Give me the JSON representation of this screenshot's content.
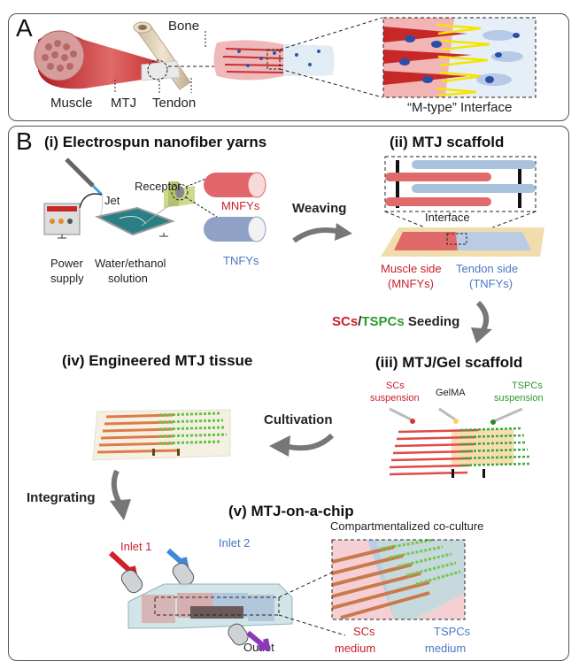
{
  "panel_a": {
    "letter": "A",
    "labels": {
      "bone": "Bone",
      "muscle": "Muscle",
      "mtj": "MTJ",
      "tendon": "Tendon",
      "interface": "“M-type” Interface"
    }
  },
  "panel_b": {
    "letter": "B",
    "step1": {
      "title": "(i) Electrospun nanofiber yarns",
      "jet": "Jet",
      "receptor": "Receptor",
      "power_supply_1": "Power",
      "power_supply_2": "supply",
      "solution_1": "Water/ethanol",
      "solution_2": "solution",
      "mnfys": "MNFYs",
      "tnfys": "TNFYs"
    },
    "weaving": "Weaving",
    "step2": {
      "title": "(ii) MTJ scaffold",
      "interface": "Interface",
      "muscle_side_1": "Muscle side",
      "muscle_side_2": "(MNFYs)",
      "tendon_side_1": "Tendon side",
      "tendon_side_2": "(TNFYs)"
    },
    "seeding": {
      "scs": "SCs",
      "slash": "/",
      "tspcs": "TSPCs",
      "rest": " Seeding"
    },
    "step3": {
      "title": "(iii) MTJ/Gel scaffold",
      "scs_1": "SCs",
      "scs_2": "suspension",
      "gelma": "GelMA",
      "tspcs_1": "TSPCs",
      "tspcs_2": "suspension"
    },
    "cultivation": "Cultivation",
    "step4": {
      "title": "(iv) Engineered MTJ tissue"
    },
    "integrating": "Integrating",
    "step5": {
      "title": "(v) MTJ-on-a-chip",
      "inlet1": "Inlet 1",
      "inlet2": "Inlet 2",
      "outlet": "Outlet",
      "coculture": "Compartmentalized co-culture",
      "scs_medium_1": "SCs",
      "scs_medium_2": "medium",
      "tspcs_medium_1": "TSPCs",
      "tspcs_medium_2": "medium"
    }
  },
  "colors": {
    "muscle_red": "#c8202a",
    "tendon_blue": "#4a78c4",
    "tspc_green": "#2a9a2a",
    "arrow_gray": "#777777",
    "interface_yellow": "#f5e400"
  }
}
